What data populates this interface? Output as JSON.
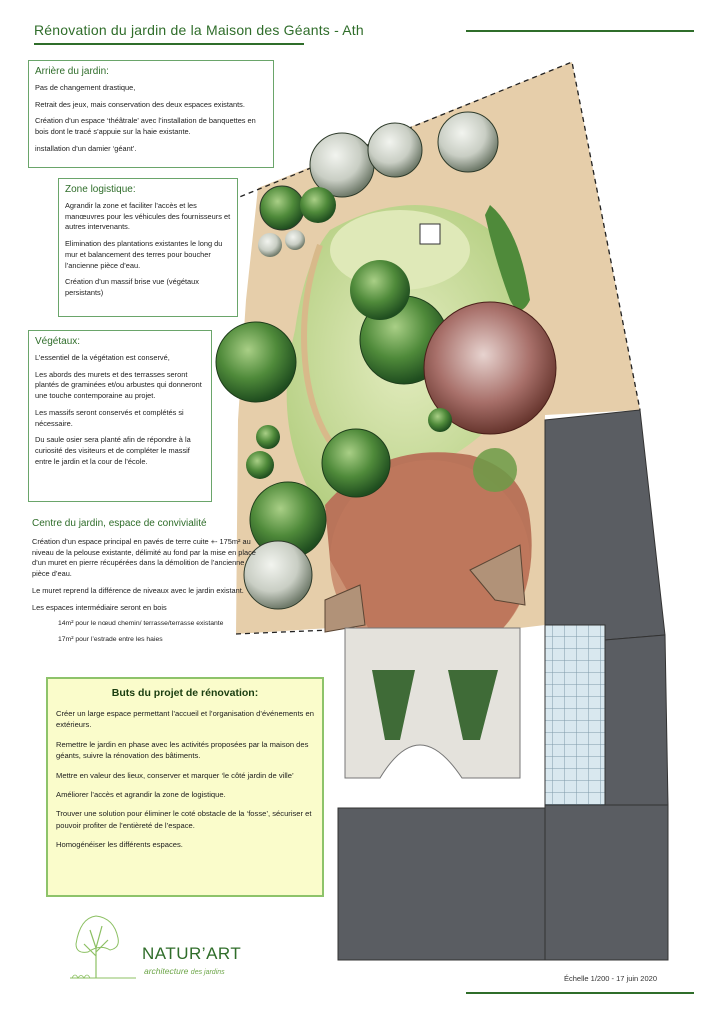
{
  "title": "Rénovation du jardin de la Maison des Géants - Ath",
  "arriere": {
    "heading": "Arrière du jardin:",
    "lines": [
      "Pas de changement drastique,",
      "Retrait des jeux, mais conservation des deux espaces existants.",
      "Création d’un espace ‘théâtrale’ avec l’installation de banquettes en bois dont le tracé s’appuie sur la haie existante.",
      "installation d’un damier ‘géant’."
    ]
  },
  "logistique": {
    "heading": "Zone logistique:",
    "lines": [
      "Agrandir la zone et faciliter l’accès et les manœuvres pour les véhicules des fournisseurs et autres intervenants.",
      "Elimination des plantations existantes le long du mur et balancement des terres pour boucher l’ancienne pièce d’eau.",
      "Création d’un massif  brise vue (végétaux persistants)"
    ]
  },
  "vegetaux": {
    "heading": "Végétaux:",
    "lines": [
      "L’essentiel de la végétation est conservé,",
      "Les abords des murets et des terrasses seront plantés de graminées  et/ou arbustes  qui donneront une touche contemporaine au projet.",
      "Les massifs seront  conservés et complétés si nécessaire.",
      "Du saule osier sera planté afin de répondre à la curiosité des visiteurs et de compléter le massif entre le jardin et la cour de l’école."
    ]
  },
  "centre": {
    "heading": "Centre du jardin, espace de convivialité",
    "lines": [
      "Création d’un espace principal en pavés de terre cuite +- 175m² au niveau de la pelouse existante, délimité au fond par la mise en place d’un muret en pierre récupérées dans la démolition de l’ancienne pièce d’eau.",
      "Le muret reprend la différence de niveaux avec le jardin existant.",
      "Les espaces intermédiaire seront en bois"
    ],
    "details": [
      "14m² pour le nœud chemin/ terrasse/terrasse existante",
      "17m² pour l’estrade entre les haies"
    ]
  },
  "goals": {
    "heading": "Buts du projet de rénovation:",
    "lines": [
      "Créer un large espace permettant l’accueil et l’organisation d’événements en extérieurs.",
      "Remettre le jardin en phase avec les activités proposées par la maison des géants, suivre la rénovation des bâtiments.",
      "Mettre en valeur des lieux, conserver et marquer ‘le côté jardin de ville’",
      "Améliorer l’accès et agrandir la zone de logistique.",
      "Trouver une solution pour éliminer le coté obstacle de la ‘fosse’, sécuriser et pouvoir profiter de l’entièreté de l’espace.",
      "Homogénéiser les différents espaces."
    ]
  },
  "brand": {
    "name": "NATUR’ART",
    "tagline": "architecture",
    "tagline_small": "des jardins"
  },
  "scale": "Échelle 1/200  -  17 juin 2020",
  "colors": {
    "accent": "#2f6d2a",
    "goals_bg": "#fafccb",
    "building": "#5a5d62",
    "terrace": "#b46a50"
  }
}
